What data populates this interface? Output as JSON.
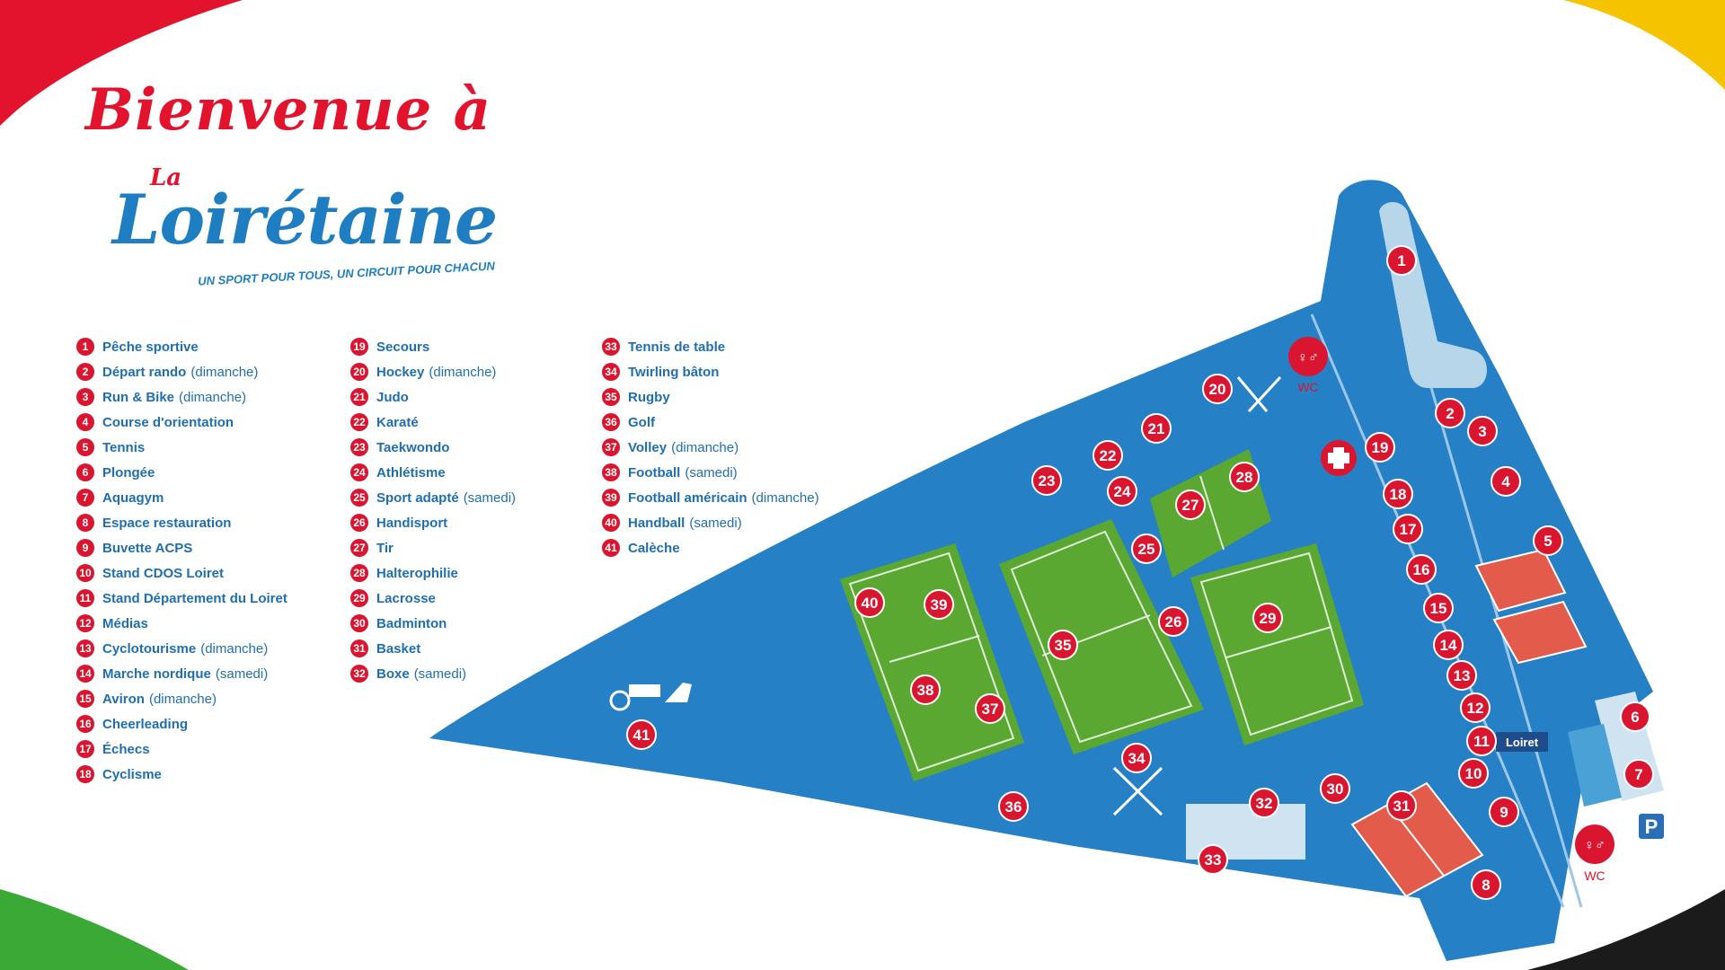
{
  "header": {
    "title": "Bienvenue à",
    "brand_prefix": "La",
    "brand_name": "Loirétaine",
    "tagline": "UN SPORT POUR TOUS, UN CIRCUIT POUR CHACUN"
  },
  "legend": {
    "columns": [
      [
        {
          "num": "1",
          "name": "Pêche sportive",
          "note": ""
        },
        {
          "num": "2",
          "name": "Départ rando",
          "note": "(dimanche)"
        },
        {
          "num": "3",
          "name": "Run & Bike",
          "note": "(dimanche)"
        },
        {
          "num": "4",
          "name": "Course d'orientation",
          "note": ""
        },
        {
          "num": "5",
          "name": "Tennis",
          "note": ""
        },
        {
          "num": "6",
          "name": "Plongée",
          "note": ""
        },
        {
          "num": "7",
          "name": "Aquagym",
          "note": ""
        },
        {
          "num": "8",
          "name": "Espace restauration",
          "note": ""
        },
        {
          "num": "9",
          "name": "Buvette ACPS",
          "note": ""
        },
        {
          "num": "10",
          "name": "Stand CDOS Loiret",
          "note": ""
        },
        {
          "num": "11",
          "name": "Stand Département du Loiret",
          "note": ""
        },
        {
          "num": "12",
          "name": "Médias",
          "note": ""
        },
        {
          "num": "13",
          "name": "Cyclotourisme",
          "note": "(dimanche)"
        },
        {
          "num": "14",
          "name": "Marche nordique",
          "note": "(samedi)"
        },
        {
          "num": "15",
          "name": "Aviron",
          "note": "(dimanche)"
        },
        {
          "num": "16",
          "name": "Cheerleading",
          "note": ""
        },
        {
          "num": "17",
          "name": "Échecs",
          "note": ""
        },
        {
          "num": "18",
          "name": "Cyclisme",
          "note": ""
        }
      ],
      [
        {
          "num": "19",
          "name": "Secours",
          "note": ""
        },
        {
          "num": "20",
          "name": "Hockey",
          "note": "(dimanche)"
        },
        {
          "num": "21",
          "name": "Judo",
          "note": ""
        },
        {
          "num": "22",
          "name": "Karaté",
          "note": ""
        },
        {
          "num": "23",
          "name": "Taekwondo",
          "note": ""
        },
        {
          "num": "24",
          "name": "Athlétisme",
          "note": ""
        },
        {
          "num": "25",
          "name": "Sport adapté",
          "note": "(samedi)"
        },
        {
          "num": "26",
          "name": "Handisport",
          "note": ""
        },
        {
          "num": "27",
          "name": "Tir",
          "note": ""
        },
        {
          "num": "28",
          "name": "Halterophilie",
          "note": ""
        },
        {
          "num": "29",
          "name": "Lacrosse",
          "note": ""
        },
        {
          "num": "30",
          "name": "Badminton",
          "note": ""
        },
        {
          "num": "31",
          "name": "Basket",
          "note": ""
        },
        {
          "num": "32",
          "name": "Boxe",
          "note": "(samedi)"
        }
      ],
      [
        {
          "num": "33",
          "name": "Tennis de table",
          "note": ""
        },
        {
          "num": "34",
          "name": "Twirling bâton",
          "note": ""
        },
        {
          "num": "35",
          "name": "Rugby",
          "note": ""
        },
        {
          "num": "36",
          "name": "Golf",
          "note": ""
        },
        {
          "num": "37",
          "name": "Volley",
          "note": "(dimanche)"
        },
        {
          "num": "38",
          "name": "Football",
          "note": "(samedi)"
        },
        {
          "num": "39",
          "name": "Football américain",
          "note": "(dimanche)"
        },
        {
          "num": "40",
          "name": "Handball",
          "note": "(samedi)"
        },
        {
          "num": "41",
          "name": "Calèche",
          "note": ""
        }
      ]
    ]
  },
  "map": {
    "markers": [
      "1",
      "2",
      "3",
      "4",
      "5",
      "6",
      "7",
      "8",
      "9",
      "10",
      "11",
      "12",
      "13",
      "14",
      "15",
      "16",
      "17",
      "18",
      "19",
      "20",
      "21",
      "22",
      "23",
      "24",
      "25",
      "26",
      "27",
      "28",
      "29",
      "30",
      "31",
      "32",
      "33",
      "34",
      "35",
      "36",
      "37",
      "38",
      "39",
      "40",
      "41"
    ],
    "wc_label": "WC",
    "sponsor_label": "Loiret",
    "parking_label": "P"
  },
  "colors": {
    "ground": "#2680c5",
    "badge": "#d9152f",
    "field_green": "#5aa832",
    "court_red": "#e35b4a",
    "lake": "#b8d6ea",
    "legend_text": "#1f6fb0"
  }
}
